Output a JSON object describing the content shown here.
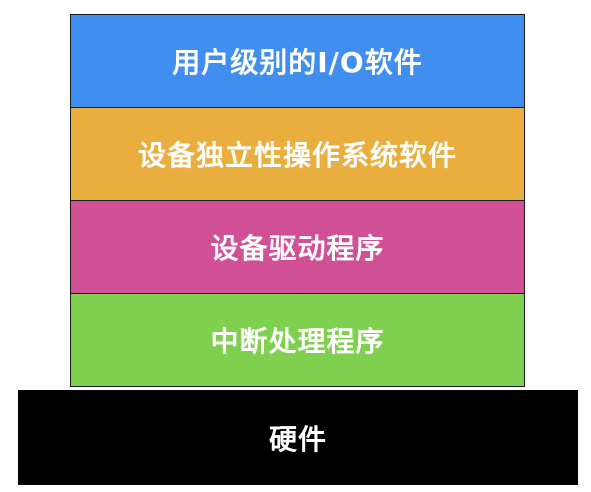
{
  "layers": [
    {
      "label": "用户级别的I/O软件",
      "color": "#3f8ef0"
    },
    {
      "label": "设备独立性操作系统软件",
      "color": "#e9ae3d"
    },
    {
      "label": "设备驱动程序",
      "color": "#d14f94"
    },
    {
      "label": "中断处理程序",
      "color": "#7fd04e"
    }
  ],
  "hardware": {
    "label": "硬件",
    "color": "#000000"
  }
}
